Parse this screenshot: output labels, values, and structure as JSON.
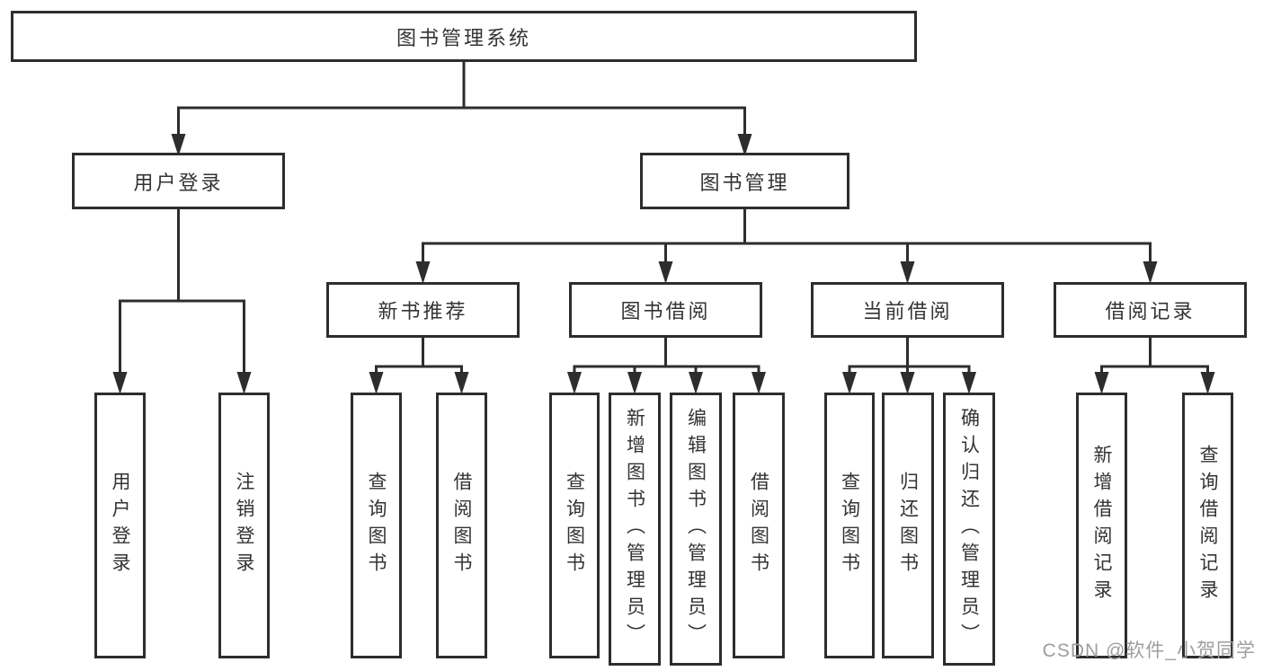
{
  "diagram": {
    "type": "hierarchy-tree",
    "colors": {
      "line": "#2d2d2d",
      "box_border": "#2d2d2d",
      "text": "#333333",
      "background": "#ffffff",
      "watermark": "#9e9e9e"
    },
    "tree": {
      "label": "图书管理系统",
      "children": [
        {
          "label": "用户登录",
          "children": [
            {
              "label": "用户登录"
            },
            {
              "label": "注销登录"
            }
          ]
        },
        {
          "label": "图书管理",
          "children": [
            {
              "label": "新书推荐",
              "children": [
                {
                  "label": "查询图书"
                },
                {
                  "label": "借阅图书"
                }
              ]
            },
            {
              "label": "图书借阅",
              "children": [
                {
                  "label": "查询图书"
                },
                {
                  "label": "新增图书（管理员）"
                },
                {
                  "label": "编辑图书（管理员）"
                },
                {
                  "label": "借阅图书"
                }
              ]
            },
            {
              "label": "当前借阅",
              "children": [
                {
                  "label": "查询图书"
                },
                {
                  "label": "归还图书"
                },
                {
                  "label": "确认归还（管理员）"
                }
              ]
            },
            {
              "label": "借阅记录",
              "children": [
                {
                  "label": "新增借阅记录"
                },
                {
                  "label": "查询借阅记录"
                }
              ]
            }
          ]
        }
      ]
    },
    "watermark": {
      "text": "CSDN @软件_小贺同学"
    }
  }
}
